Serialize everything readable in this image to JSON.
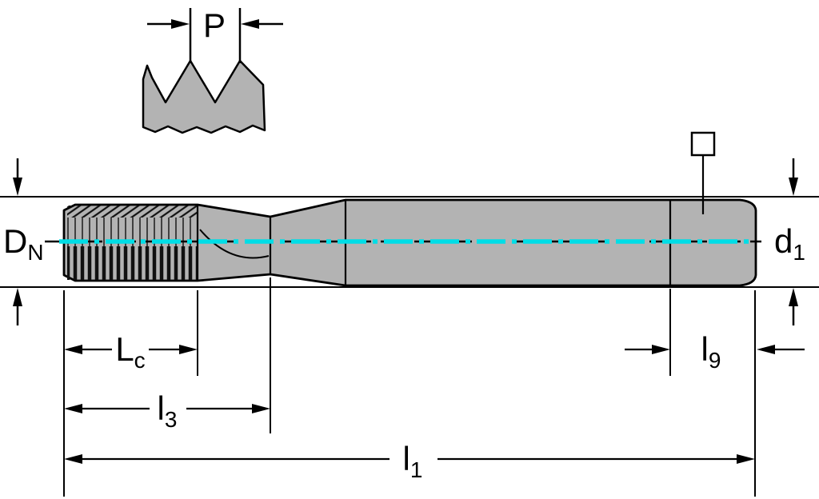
{
  "drawing": {
    "title": "tap-dimension-diagram",
    "labels": {
      "pitch": {
        "main": "P",
        "sub": ""
      },
      "nominal_diameter": {
        "main": "D",
        "sub": "N"
      },
      "shank_diameter": {
        "main": "d",
        "sub": "1"
      },
      "chamfer_length": {
        "main": "L",
        "sub": "c"
      },
      "thread_length": {
        "main": "l",
        "sub": "3"
      },
      "square_length": {
        "main": "l",
        "sub": "9"
      },
      "overall_length": {
        "main": "l",
        "sub": "1"
      }
    },
    "colors": {
      "background": "#ffffff",
      "body_fill": "#b3b3b3",
      "outline": "#000000",
      "centerline": "#00dde6"
    }
  }
}
